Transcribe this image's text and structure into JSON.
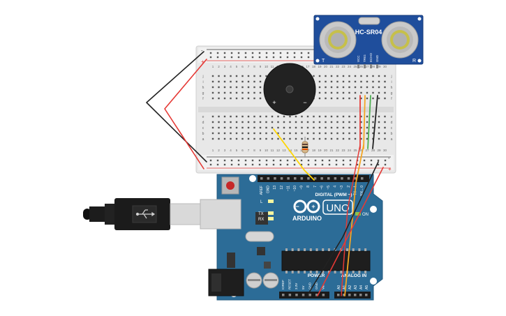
{
  "sensor": {
    "model": "HC-SR04",
    "pins": [
      "VCC",
      "TRIG",
      "ECHO",
      "GND"
    ],
    "corner_left": "T",
    "corner_right": "R"
  },
  "breadboard": {
    "row_letters_top": [
      "j",
      "i",
      "h",
      "g",
      "f"
    ],
    "row_letters_bottom": [
      "e",
      "d",
      "c",
      "b",
      "a"
    ],
    "rail_minus": "-",
    "rail_plus": "+",
    "column_numbers": [
      "1",
      "2",
      "3",
      "4",
      "5",
      "6",
      "7",
      "8",
      "9",
      "10",
      "11",
      "12",
      "13",
      "14",
      "15",
      "16",
      "17",
      "18",
      "19",
      "20",
      "21",
      "22",
      "23",
      "24",
      "25",
      "26",
      "27",
      "28",
      "29",
      "30"
    ]
  },
  "buzzer": {
    "plus": "+",
    "minus": "−"
  },
  "arduino": {
    "logo_text": "ARDUINO",
    "uno_text": "UNO",
    "digital_header": [
      "AREF",
      "GND",
      "13",
      "12",
      "~11",
      "~10",
      "~9",
      "8",
      "7",
      "~6",
      "~5",
      "4",
      "~3",
      "2",
      "TX→1",
      "RX←0"
    ],
    "digital_label": "DIGITAL (PWM ~)",
    "power_label": "POWER",
    "power_pins": [
      "IOREF",
      "RESET",
      "3.3V",
      "5V",
      "GND",
      "GND",
      "Vin"
    ],
    "analog_label": "ANALOG IN",
    "analog_pins": [
      "A0",
      "A1",
      "A2",
      "A3",
      "A4",
      "A5"
    ],
    "led_labels": {
      "l": "L",
      "tx": "TX",
      "rx": "RX",
      "on": "ON"
    }
  },
  "colors": {
    "board_blue": "#2c6c97",
    "sensor_blue": "#1f4e9c",
    "breadboard": "#e9e9e9",
    "wire_red": "#e53935",
    "wire_black": "#222222",
    "wire_orange": "#f5a623",
    "wire_green": "#4caf50",
    "wire_yellow": "#ffd600"
  }
}
